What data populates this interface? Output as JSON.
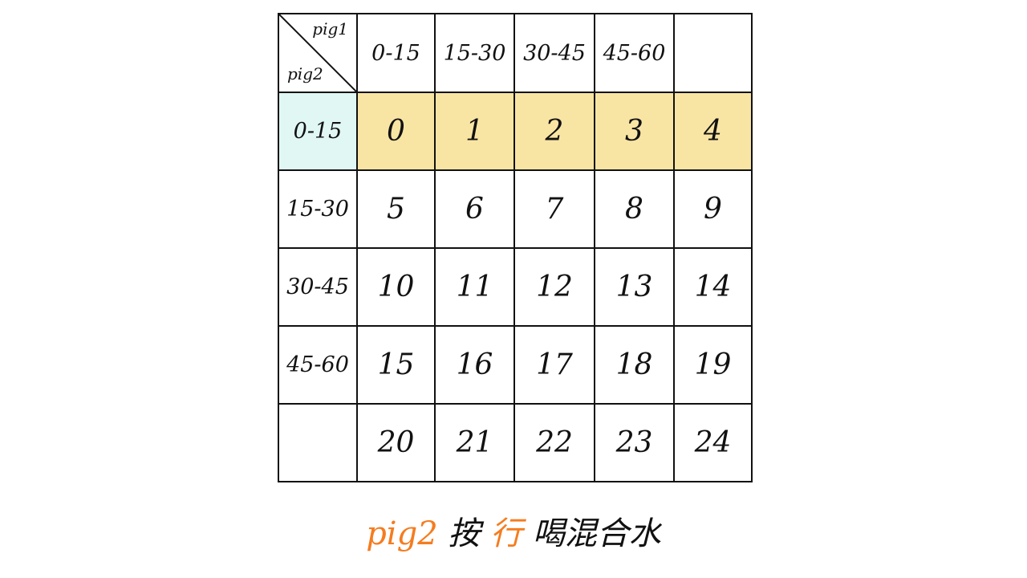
{
  "corner": {
    "top_label": "pig1",
    "bottom_label": "pig2"
  },
  "columns": [
    "0-15",
    "15-30",
    "30-45",
    "45-60",
    ""
  ],
  "rows": [
    {
      "label": "0-15",
      "cells": [
        "0",
        "1",
        "2",
        "3",
        "4"
      ]
    },
    {
      "label": "15-30",
      "cells": [
        "5",
        "6",
        "7",
        "8",
        "9"
      ]
    },
    {
      "label": "30-45",
      "cells": [
        "10",
        "11",
        "12",
        "13",
        "14"
      ]
    },
    {
      "label": "45-60",
      "cells": [
        "15",
        "16",
        "17",
        "18",
        "19"
      ]
    },
    {
      "label": "",
      "cells": [
        "20",
        "21",
        "22",
        "23",
        "24"
      ]
    }
  ],
  "caption": {
    "part1": "pig2",
    "part2": "按",
    "part3": "行",
    "part4": "喝混合水"
  },
  "colors": {
    "row_highlight": "#f9e5a3",
    "header_highlight": "#e0f7f4",
    "caption_accent": "#f57c1f"
  }
}
